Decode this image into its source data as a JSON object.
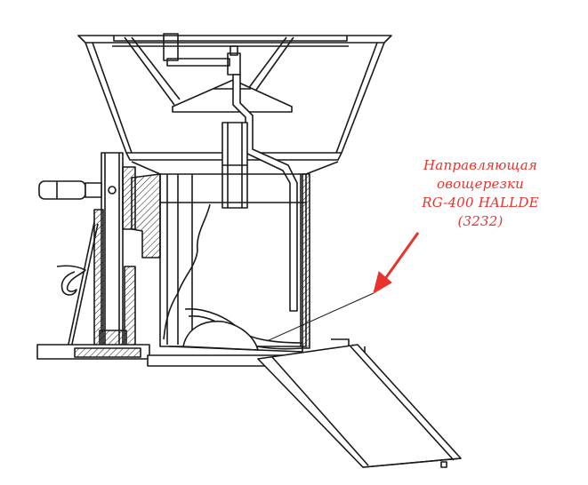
{
  "callout": {
    "line1": "Направляющая",
    "line2": "овощерезки",
    "line3": "RG-400 HALLDE",
    "line4": "(3232)"
  },
  "colors": {
    "ink": "#1a1a1a",
    "callout": "#e8322b",
    "background": "#ffffff"
  }
}
